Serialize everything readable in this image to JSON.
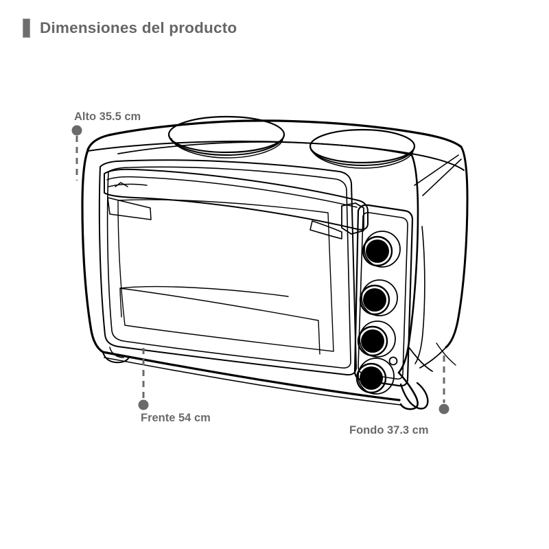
{
  "page": {
    "background_color": "#ffffff",
    "text_color": "#666666",
    "line_color": "#000000"
  },
  "header": {
    "bullet_icon": "rectangle-bullet-icon",
    "title": "Dimensiones del producto"
  },
  "illustration": {
    "subject": "countertop-oven-with-two-hotplates",
    "description": "Line drawing of an electric countertop oven shown in three-quarter perspective with two circular hotplates on the top surface, a large glass door with a full-width horizontal handle, and a right-side control panel holding four round knobs and one small indicator light.",
    "parts": [
      {
        "name": "hotplate-left",
        "type": "circle"
      },
      {
        "name": "hotplate-right",
        "type": "circle"
      },
      {
        "name": "oven-door",
        "type": "panel"
      },
      {
        "name": "door-handle",
        "type": "bar"
      },
      {
        "name": "control-panel",
        "type": "panel"
      },
      {
        "name": "knob-1",
        "type": "knob"
      },
      {
        "name": "knob-2",
        "type": "knob"
      },
      {
        "name": "knob-3",
        "type": "knob"
      },
      {
        "name": "knob-4",
        "type": "knob"
      },
      {
        "name": "indicator-light",
        "type": "small-circle"
      },
      {
        "name": "foot-front-left",
        "type": "foot"
      },
      {
        "name": "foot-front-right",
        "type": "foot"
      }
    ]
  },
  "callouts": [
    {
      "id": "alto",
      "label": "Alto 35.5 cm",
      "measure": "Alto",
      "value": 35.5,
      "unit": "cm",
      "marker_color": "#6a6a6a",
      "leader": "dot-top-dashed-line-down"
    },
    {
      "id": "frente",
      "label": "Frente 54 cm",
      "measure": "Frente",
      "value": 54,
      "unit": "cm",
      "marker_color": "#6a6a6a",
      "leader": "dashed-line-up-dot-bottom"
    },
    {
      "id": "fondo",
      "label": "Fondo 37.3 cm",
      "measure": "Fondo",
      "value": 37.3,
      "unit": "cm",
      "marker_color": "#6a6a6a",
      "leader": "dashed-line-up-dot-bottom"
    }
  ]
}
